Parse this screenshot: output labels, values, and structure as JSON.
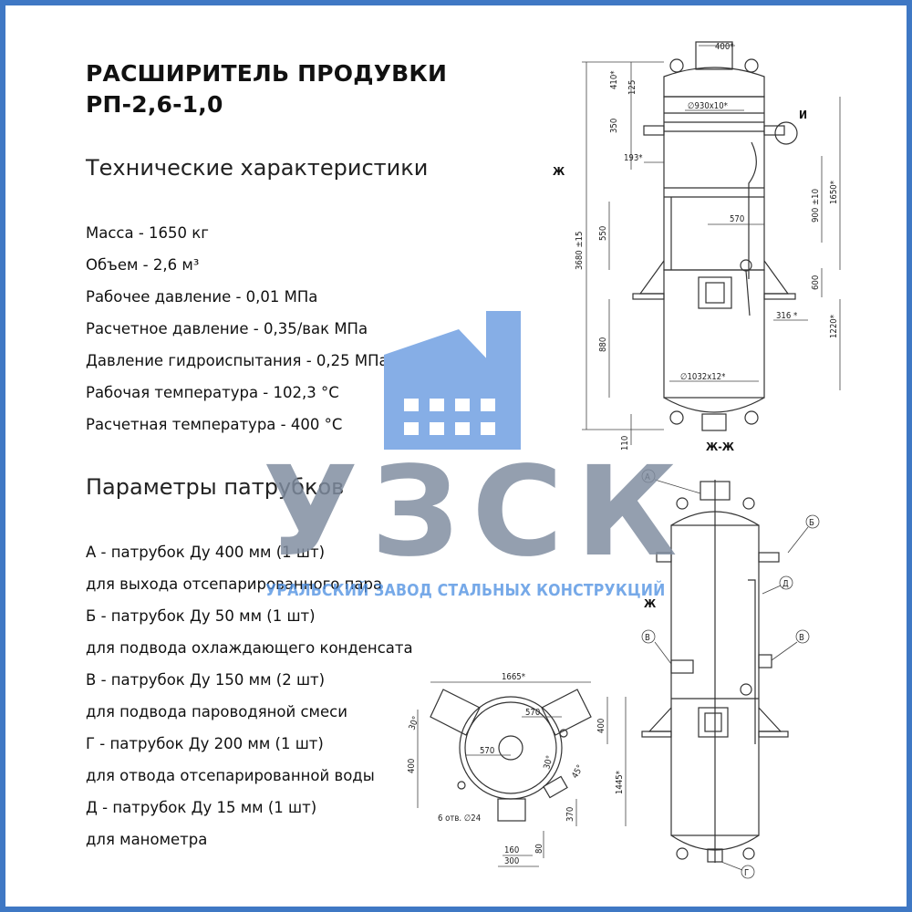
{
  "title": {
    "line1": "РАСШИРИТЕЛЬ ПРОДУВКИ",
    "line2": "РП-2,6-1,0"
  },
  "specs_heading": "Технические характеристики",
  "specs": [
    "Масса - 1650 кг",
    "Объем - 2,6 м³",
    "Рабочее давление - 0,01 МПа",
    "Расчетное давление - 0,35/вак МПа",
    "Давление гидроиспытания - 0,25 МПа",
    "Рабочая температура - 102,3 °С",
    "Расчетная температура - 400 °С"
  ],
  "nozzles_heading": "Параметры патрубков",
  "nozzles": [
    "А - патрубок Ду 400 мм (1 шт)",
    "для выхода отсепарированного пара",
    "Б - патрубок Ду 50 мм (1 шт)",
    "для подвода охлаждающего конденсата",
    "В - патрубок Ду 150 мм (2 шт)",
    "для подвода пароводяной смеси",
    "Г - патрубок Ду 200 мм (1 шт)",
    "для отвода отсепарированной воды",
    "Д - патрубок Ду 15 мм (1 шт)",
    "для манометра"
  ],
  "watermark": {
    "letters": "УЗСК",
    "subtitle": "УРАЛЬСКИЙ ЗАВОД СТАЛЬНЫХ КОНСТРУКЦИЙ",
    "logo_color": "#86aee6"
  },
  "drawing_section": {
    "dims": [
      "400*",
      "410*",
      "125",
      "350",
      "193*",
      "550",
      "3680 ±15",
      "880",
      "110",
      "1650*",
      "900 ±10",
      "600",
      "1220*",
      "316 *",
      "570"
    ],
    "diameters": [
      "∅930x10*",
      "∅1032x12*"
    ],
    "labels": [
      "И",
      "Ж",
      "Ж-Ж"
    ]
  },
  "drawing_front": {
    "labels": [
      "А",
      "Б",
      "Д",
      "В",
      "В",
      "Г",
      "Ж"
    ]
  },
  "drawing_plan": {
    "dims": [
      "1665*",
      "30°",
      "570",
      "400",
      "400",
      "570",
      "30°",
      "45°",
      "1445*",
      "370",
      "6 отв. ∅24",
      "160",
      "80",
      "300"
    ]
  }
}
